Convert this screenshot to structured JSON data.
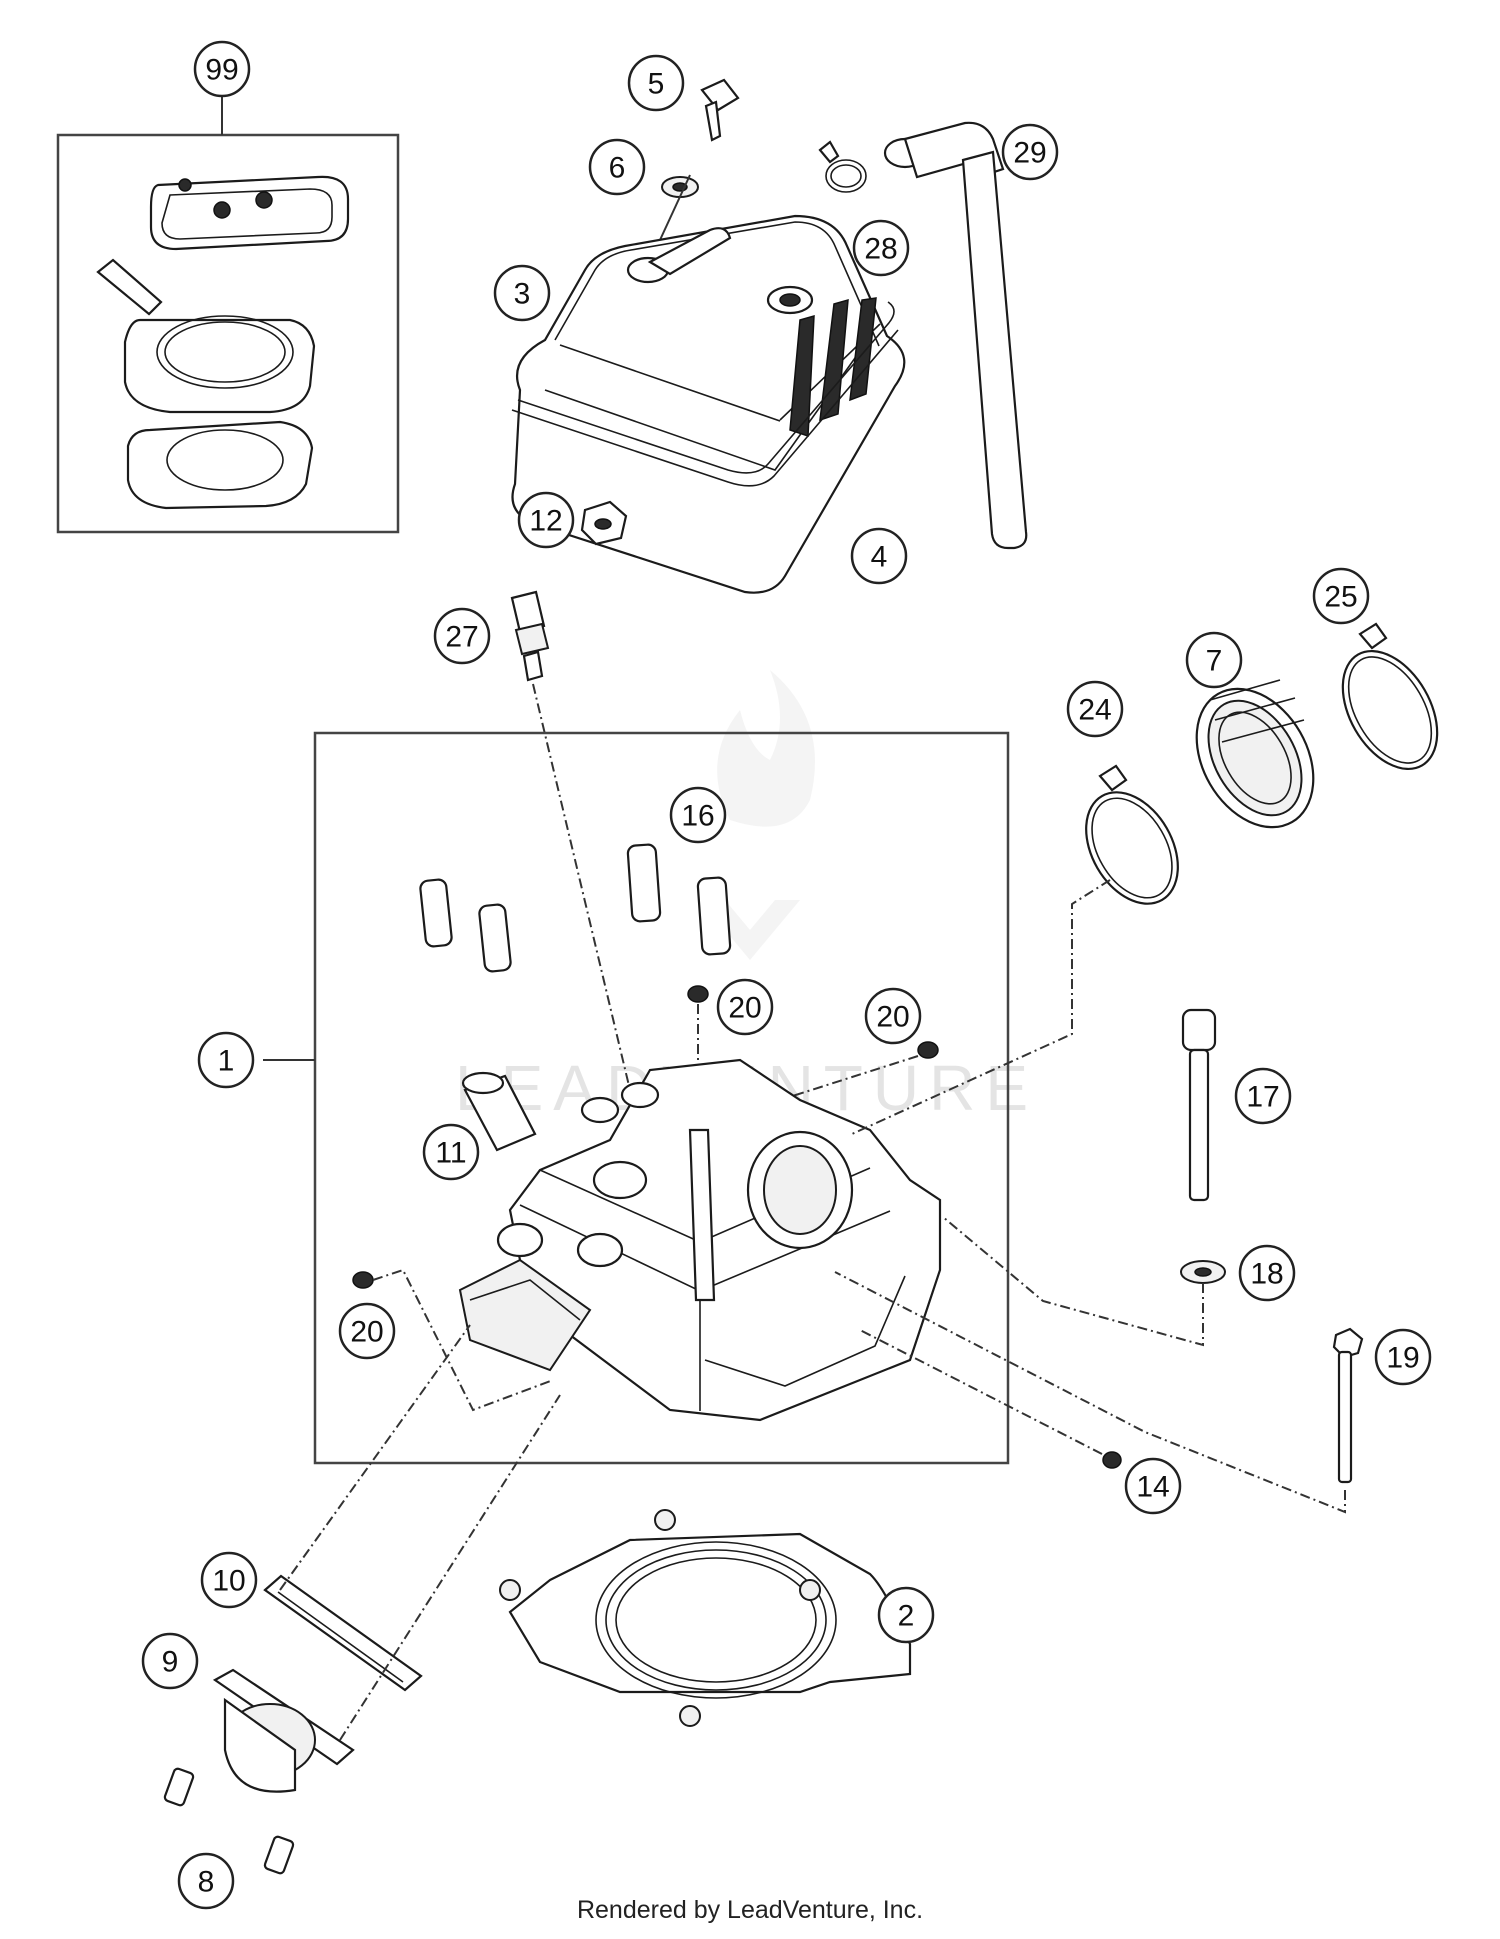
{
  "callouts": {
    "c1": "1",
    "c2": "2",
    "c3": "3",
    "c4": "4",
    "c5": "5",
    "c6": "6",
    "c7": "7",
    "c8": "8",
    "c9": "9",
    "c10": "10",
    "c11": "11",
    "c12": "12",
    "c14": "14",
    "c16": "16",
    "c17": "17",
    "c18": "18",
    "c19": "19",
    "c20a": "20",
    "c20b": "20",
    "c20c": "20",
    "c24": "24",
    "c25": "25",
    "c27": "27",
    "c28": "28",
    "c29": "29",
    "c99": "99"
  },
  "watermark": "LEADVENTURE",
  "footer": "Rendered by LeadVenture, Inc."
}
